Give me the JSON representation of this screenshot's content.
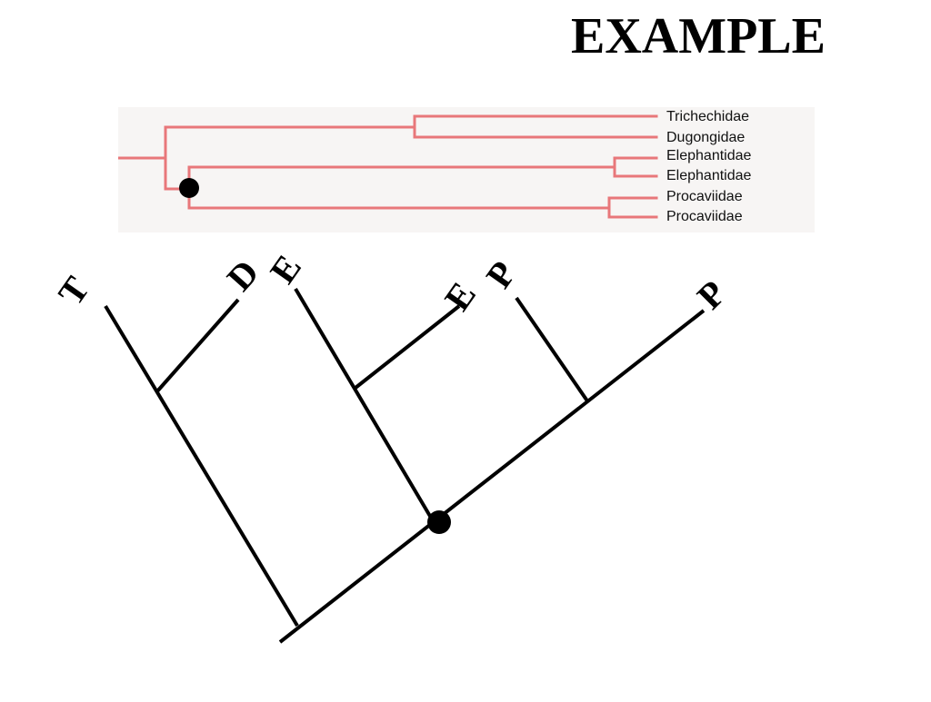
{
  "slide": {
    "title": "EXAMPLE"
  },
  "reference_tree": {
    "branch_color": "#e8777a",
    "node_color": "#000000",
    "taxa": [
      "Trichechidae",
      "Dugongidae",
      "Elephantidae",
      "Elephantidae",
      "Procaviidae",
      "Procaviidae"
    ]
  },
  "cladogram": {
    "line_color": "#000000",
    "labels": [
      "T",
      "D",
      "E",
      "E",
      "P",
      "P"
    ]
  }
}
